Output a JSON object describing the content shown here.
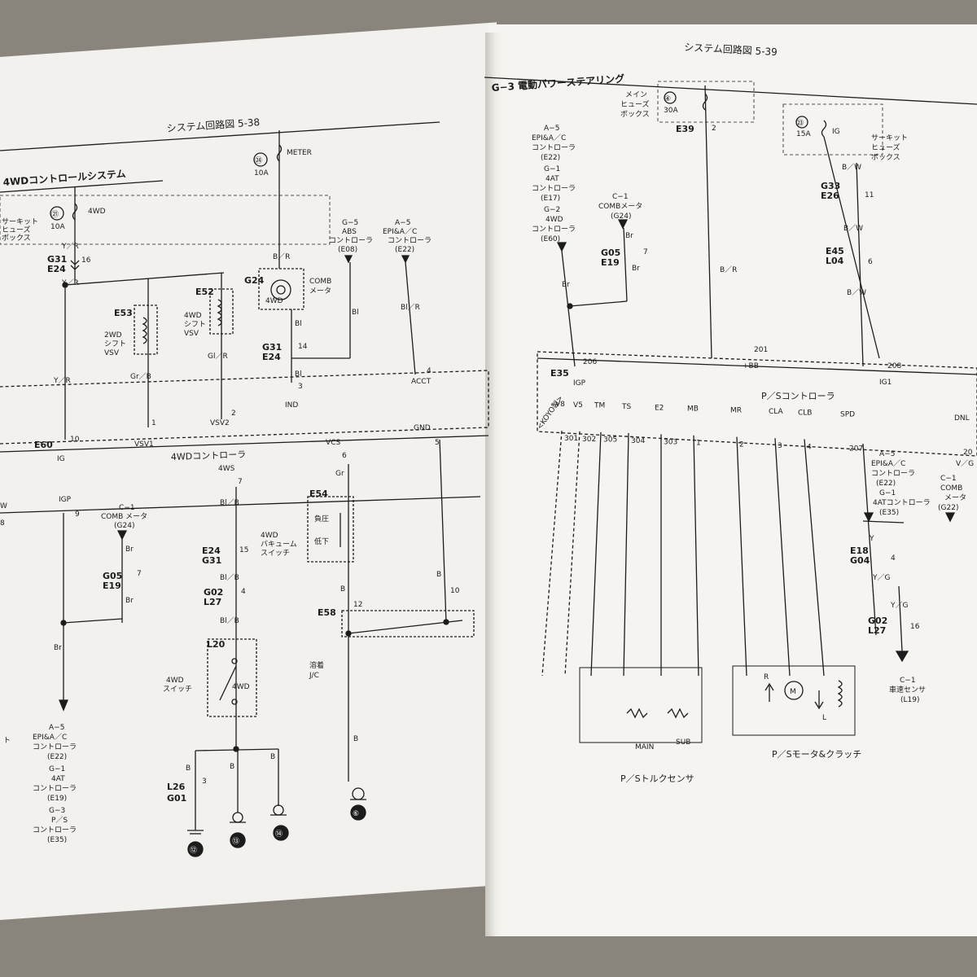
{
  "left_page": {
    "header": "システム回路図  5-38",
    "title": "4WDコントロールシステム",
    "fuses": [
      {
        "num": "㉑",
        "amp": "10A",
        "name": "4WD"
      },
      {
        "num": "㉔",
        "amp": "10A",
        "name": "METER"
      }
    ],
    "fuse_box": [
      "サーキット",
      "ヒューズ",
      "ボックス"
    ],
    "connectors": {
      "g31_e24_a": [
        "G31",
        "E24",
        "16"
      ],
      "e53": [
        "E53",
        "2WD",
        "シフト",
        "VSV"
      ],
      "e52": [
        "E52",
        "4WD",
        "シフト",
        "VSV"
      ],
      "g24": [
        "G24",
        "COMB",
        "メータ",
        "4WD"
      ],
      "g31_e24_b": [
        "G31",
        "E24",
        "14"
      ],
      "g5": [
        "G−5",
        "ABS",
        "コントローラ",
        "(E08)"
      ],
      "a5": [
        "A−5",
        "EPI&A／C",
        "コントローラ",
        "(E22)"
      ],
      "c1": [
        "C−1",
        "COMB メータ",
        "(G24)"
      ],
      "g05_e19": [
        "G05",
        "E19",
        "7"
      ],
      "e24_g31": [
        "E24",
        "G31",
        "15"
      ],
      "g02_l27": [
        "G02",
        "L27",
        "4"
      ],
      "vacuum": [
        "4WD",
        "バキューム",
        "スイッチ"
      ],
      "e54": [
        "E54",
        "負圧",
        "低下"
      ],
      "e58": [
        "E58",
        "12",
        "10",
        "溶着",
        "J/C"
      ],
      "l20": [
        "L20",
        "4WD",
        "スイッチ",
        "4WD"
      ],
      "l26_g01": [
        "L26",
        "G01",
        "3"
      ]
    },
    "wires": [
      "Y／R",
      "B／R",
      "Bl",
      "Bl／R",
      "Gr／B",
      "Gl／R",
      "Br",
      "Bl／B",
      "Bl／B",
      "Gr",
      "B"
    ],
    "controller": {
      "name": "4WDコントローラ",
      "pins": [
        "E60",
        "10",
        "IG",
        "1",
        "VSV1",
        "2",
        "VSV2",
        "3",
        "IND",
        "4",
        "ACCT"
      ],
      "lower_pins": [
        "IGP",
        "9",
        "8",
        "4WS",
        "7",
        "VCS",
        "6",
        "GND",
        "5"
      ]
    },
    "bottom_text": [
      "A−5",
      "EPI&A／C",
      "コントローラ",
      "(E22)",
      "G−1",
      "4AT",
      "コントローラ",
      "(E19)",
      "G−3",
      "P／S",
      "コントローラ",
      "(E35)"
    ],
    "grounds": [
      "⑫",
      "⑬",
      "⑭",
      "⑥"
    ],
    "misc": [
      "W",
      "ト"
    ]
  },
  "right_page": {
    "header": "システム回路図  5-39",
    "title": "G−3  電動パワーステアリング",
    "main_fuse_box": [
      "メイン",
      "ヒューズ",
      "ボックス"
    ],
    "fuse4": {
      "num": "④",
      "amp": "30A"
    },
    "fuse23": {
      "num": "㉓",
      "amp": "15A",
      "name": "IG"
    },
    "circuit_box": [
      "サーキット",
      "ヒューズ",
      "ボックス"
    ],
    "e39": [
      "E39",
      "2"
    ],
    "left_refs": [
      "A−5",
      "EPI&A／C",
      "コントローラ",
      "(E22)",
      "G−1",
      "4AT",
      "コントローラ",
      "(E17)",
      "G−2",
      "4WD",
      "コントローラ",
      "(E60)"
    ],
    "c1_ref": [
      "C−1",
      "COMBメータ",
      "(G24)"
    ],
    "g05_e19": [
      "G05",
      "E19",
      "7"
    ],
    "g33_e26": [
      "G33",
      "E26",
      "11"
    ],
    "e45_l04": [
      "E45",
      "L04",
      "6"
    ],
    "wires": [
      "Br",
      "B／R",
      "B／W",
      "Y",
      "Y／G"
    ],
    "controller": {
      "name": "P／Sコントローラ",
      "top_pins": [
        "E35",
        "206",
        "IGP",
        "201",
        "+BB",
        "208",
        "IG1"
      ],
      "maker": "<KOYO製>",
      "pins": [
        "V8",
        "V5",
        "TM",
        "TS",
        "E2",
        "MB",
        "MR",
        "CLA",
        "CLB",
        "SPD",
        "DNL"
      ],
      "pin_nums": [
        "301",
        "302",
        "305",
        "304",
        "303",
        "1",
        "2",
        "3",
        "4",
        "207",
        "20"
      ]
    },
    "right_refs": [
      "A−5",
      "EPI&A／C",
      "コントローラ",
      "(E22)",
      "G−1",
      "4ATコントローラ",
      "(E35)"
    ],
    "c1_right": [
      "C−1",
      "COMB",
      "メータ",
      "(G22)"
    ],
    "e18_g04": [
      "E18",
      "G04",
      "4"
    ],
    "g02_l27": [
      "G02",
      "L27",
      "16"
    ],
    "speed_sensor": [
      "C−1",
      "車速センサ",
      "(L19)"
    ],
    "torque_sensor": [
      "MAIN",
      "SUB",
      "P／Sトルクセンサ"
    ],
    "motor": [
      "R",
      "M",
      "L",
      "P／Sモータ&クラッチ"
    ],
    "misc": [
      "V／G",
      "Y／G"
    ]
  }
}
